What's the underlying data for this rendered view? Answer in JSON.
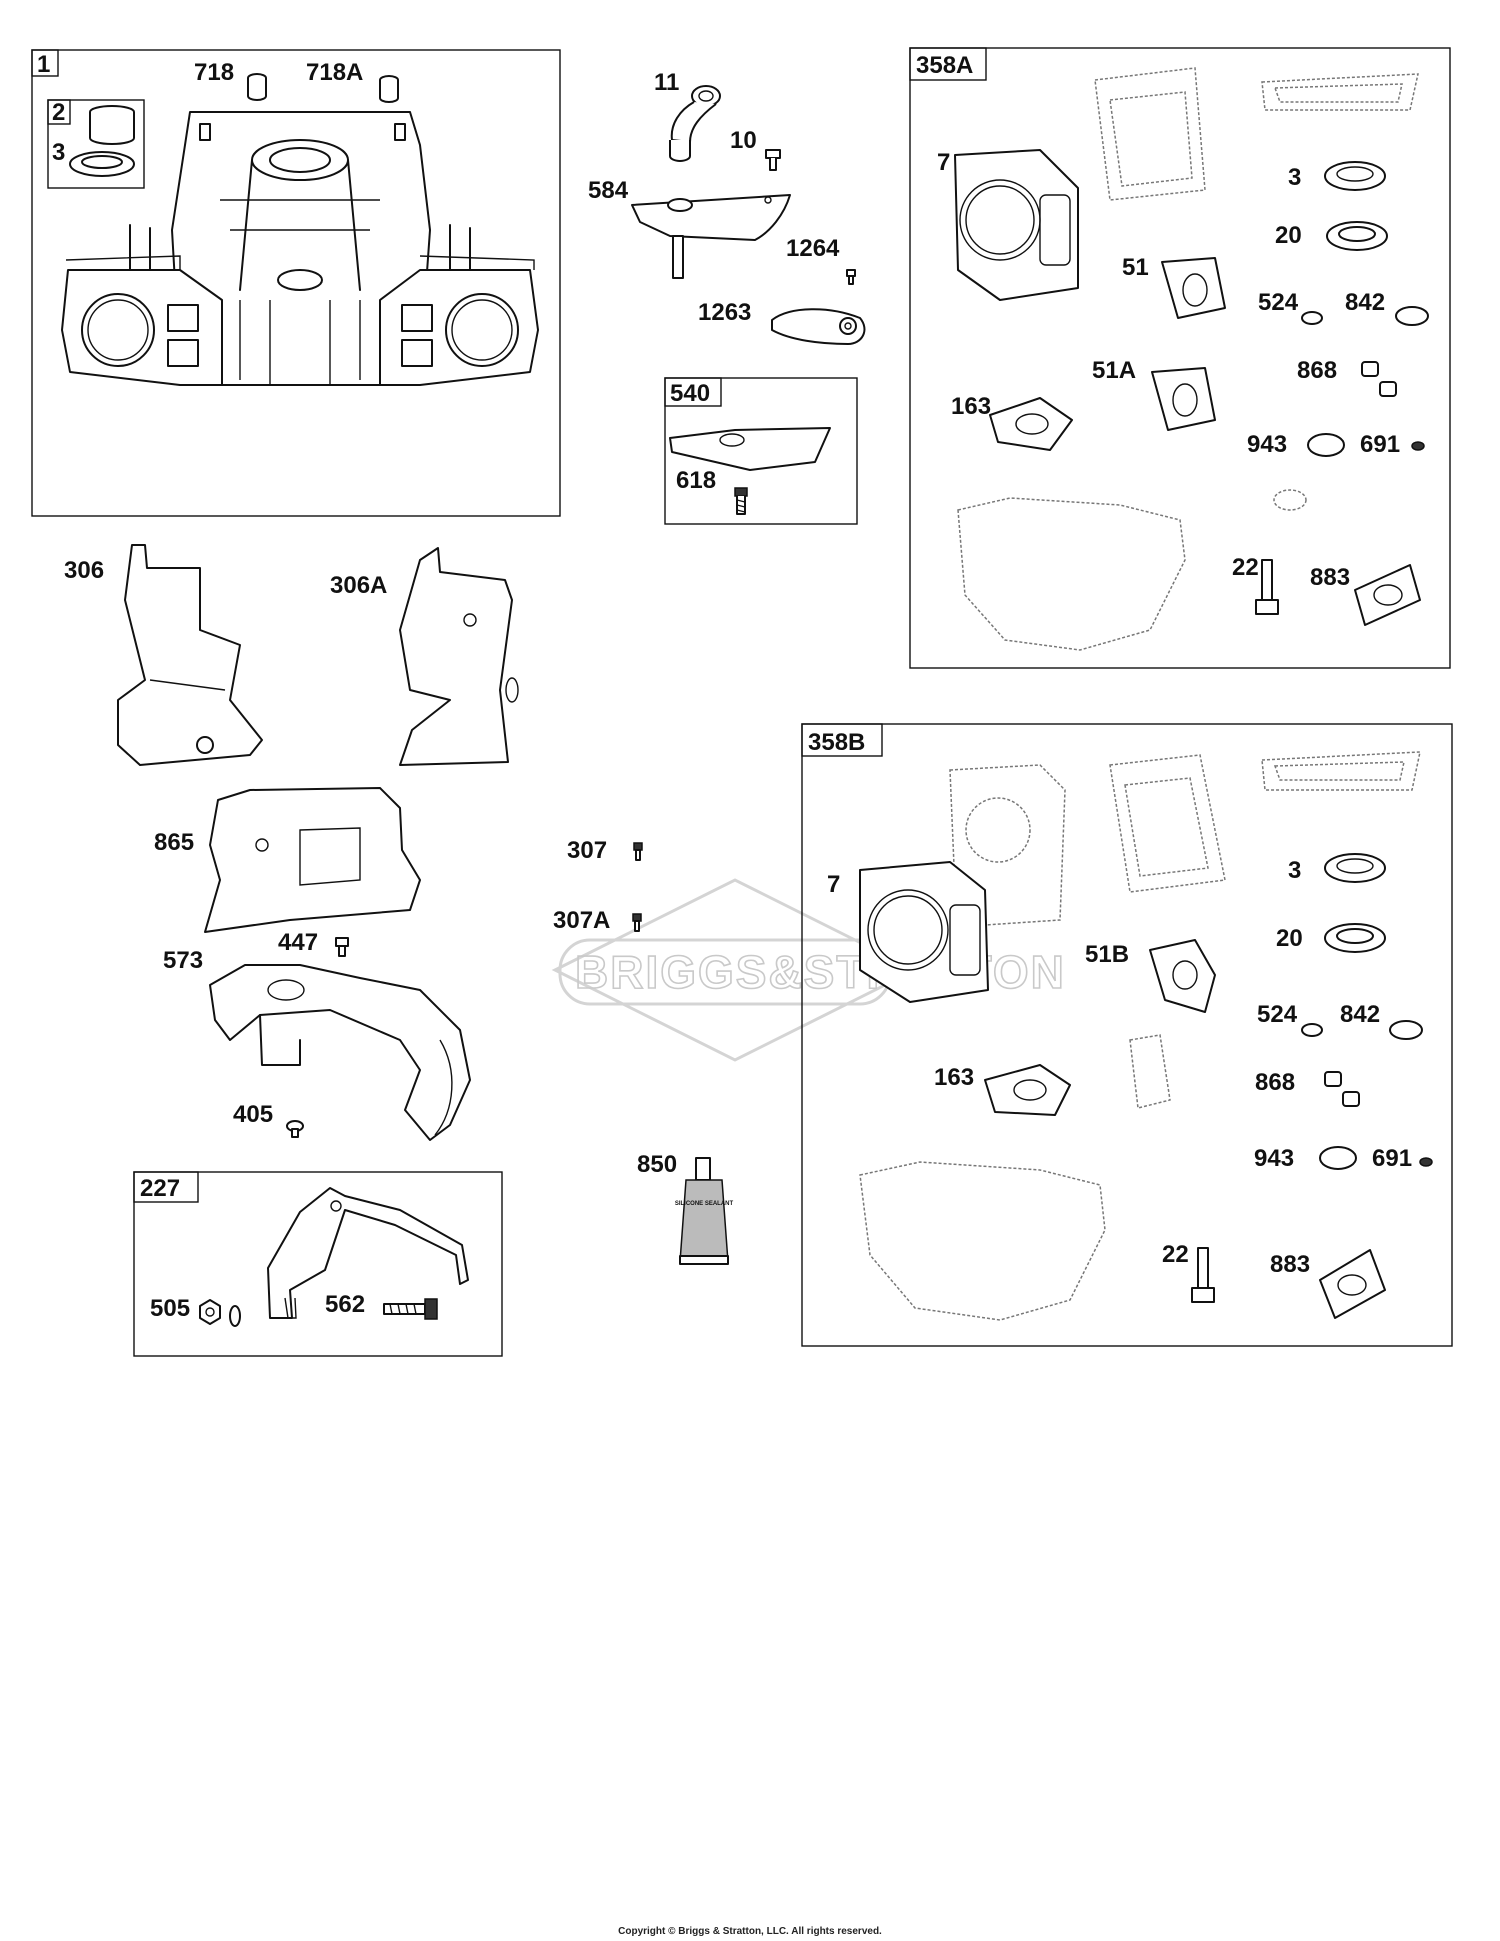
{
  "watermark": "BRIGGS&STRATTON",
  "copyright": "Copyright © Briggs & Stratton, LLC. All rights reserved.",
  "groups": [
    {
      "id": "1"
    },
    {
      "id": "540"
    },
    {
      "id": "358A"
    },
    {
      "id": "358B"
    },
    {
      "id": "227"
    }
  ],
  "callouts": {
    "p1": "1",
    "p2": "2",
    "p3_crank": "3",
    "p718": "718",
    "p718A": "718A",
    "p11": "11",
    "p10": "10",
    "p584": "584",
    "p1264": "1264",
    "p1263": "1263",
    "p540": "540",
    "p618": "618",
    "a358A": "358A",
    "a7": "7",
    "a3": "3",
    "a20": "20",
    "a51": "51",
    "a524": "524",
    "a842": "842",
    "a51A": "51A",
    "a868": "868",
    "a163": "163",
    "a943": "943",
    "a691": "691",
    "a22": "22",
    "a883": "883",
    "p306": "306",
    "p306A": "306A",
    "p865": "865",
    "p447": "447",
    "p307": "307",
    "p307A": "307A",
    "p573": "573",
    "p405": "405",
    "p850": "850",
    "p227": "227",
    "p505": "505",
    "p562": "562",
    "b358B": "358B",
    "b7": "7",
    "b3": "3",
    "b20": "20",
    "b51B": "51B",
    "b524": "524",
    "b842": "842",
    "b163": "163",
    "b868": "868",
    "b943": "943",
    "b691": "691",
    "b22": "22",
    "b883": "883"
  },
  "tube_label": "SILICONE SEALANT"
}
